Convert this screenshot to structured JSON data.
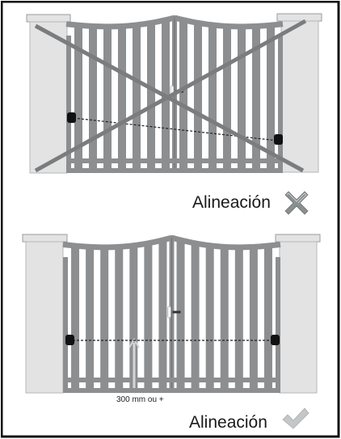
{
  "panels": {
    "incorrect": {
      "label": "Alineación",
      "status_icon": "cross-icon",
      "status_color": "#8a8f90"
    },
    "correct": {
      "label": "Alineación",
      "status_icon": "checkmark-icon",
      "status_color": "#c3c7c8",
      "distance_label": "300 mm ou +"
    }
  },
  "colors": {
    "gate_bar": "#8c8e90",
    "gate_dark": "#6e7072",
    "pillar": "#e3e3e4",
    "pillar_edge": "#9a9c9e",
    "cross_lines": "#7a7c7e",
    "border": "#111111"
  }
}
